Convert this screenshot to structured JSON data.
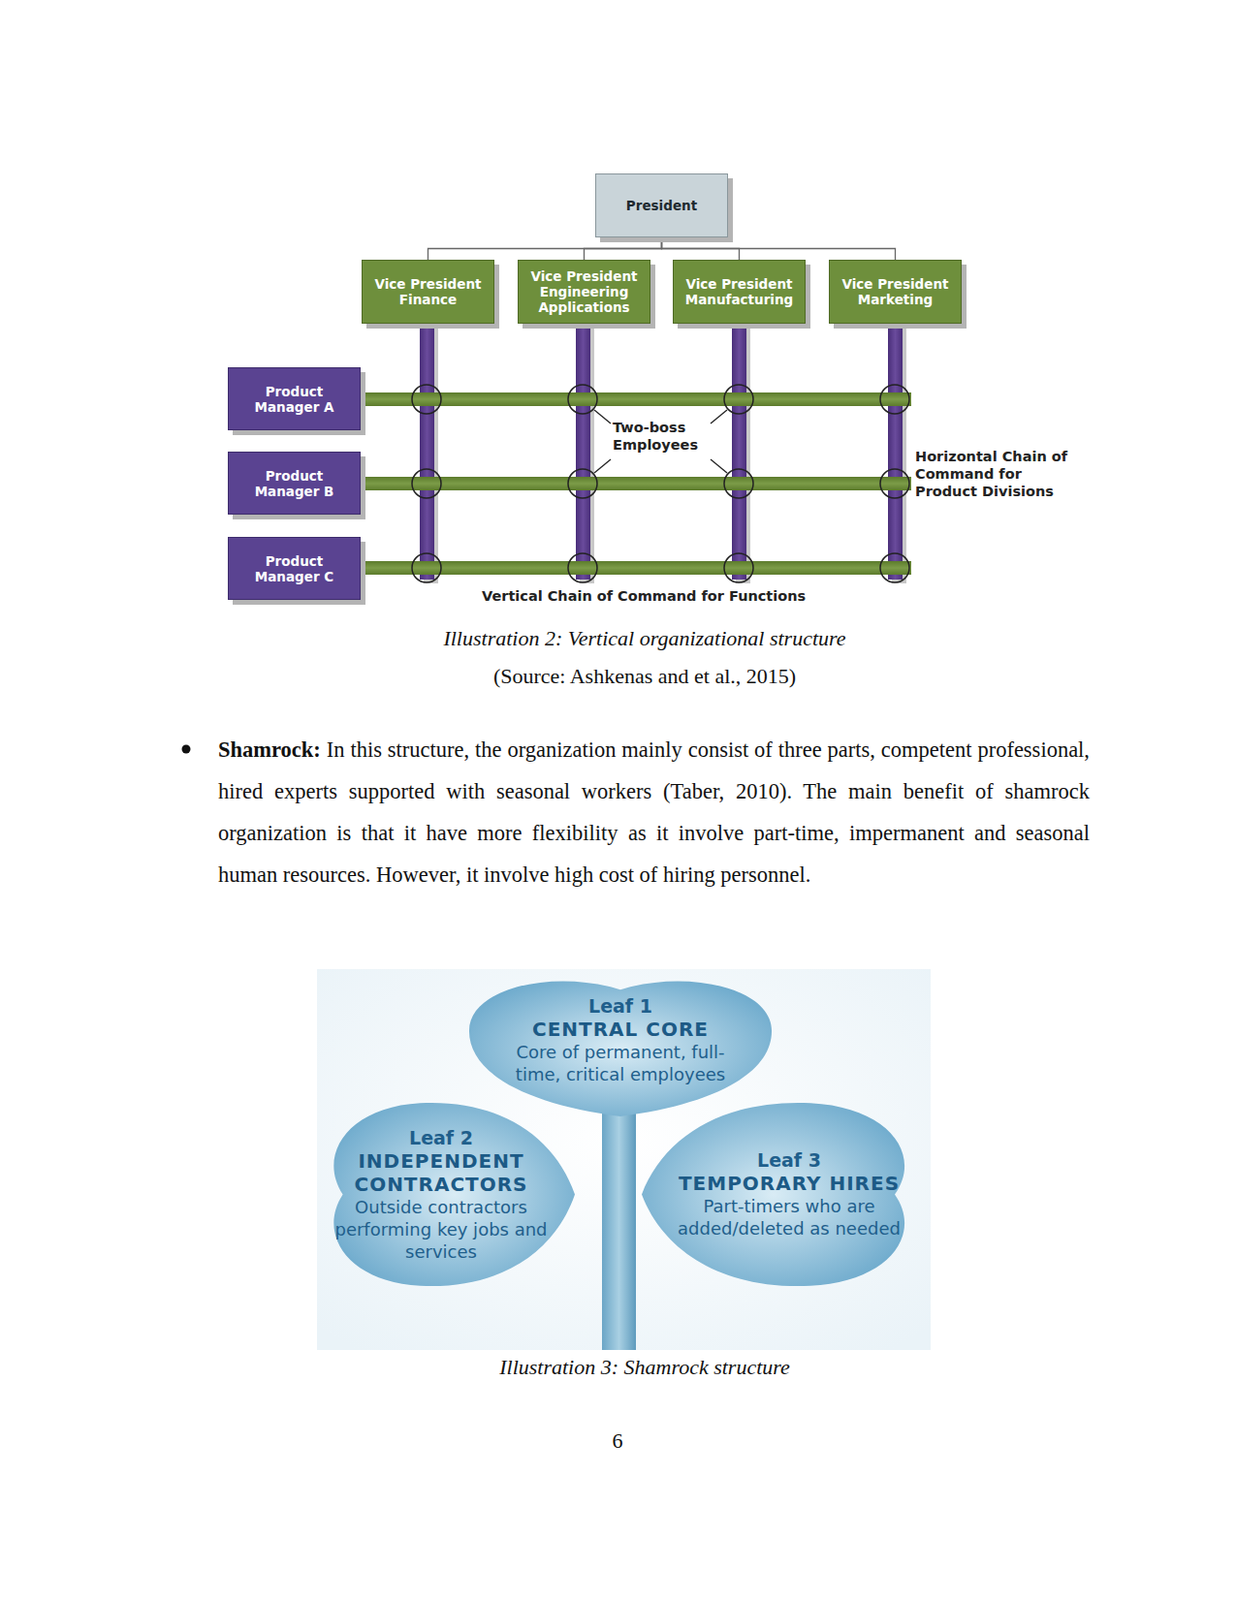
{
  "diagram": {
    "nodes": [
      {
        "text": [
          "President"
        ]
      },
      {
        "text": [
          "Vice President Finance"
        ]
      },
      {
        "text": [
          "Vice President Engineering Applications"
        ]
      },
      {
        "text": [
          "Vice President Manufacturing"
        ]
      },
      {
        "text": [
          "Vice President Marketing"
        ]
      },
      {
        "text": [
          "Product Manager A"
        ]
      },
      {
        "text": [
          "Product Manager B"
        ]
      },
      {
        "text": [
          "Product Manager C"
        ]
      },
      {
        "text": [
          "Leaf 1",
          "CENTRAL CORE",
          "Core of permanent, full-time, critical employees"
        ]
      },
      {
        "text": [
          "Leaf 2",
          "INDEPENDENT CONTRACTORS",
          "Outside contractors performing key jobs and services"
        ]
      },
      {
        "text": [
          "Leaf 3",
          "TEMPORARY HIRES",
          "Part-timers who are added/deleted as needed"
        ]
      }
    ],
    "edges": [
      {
        "from": 0,
        "to": 1,
        "arrow": "none"
      },
      {
        "from": 0,
        "to": 2,
        "arrow": "none"
      },
      {
        "from": 0,
        "to": 3,
        "arrow": "none"
      },
      {
        "from": 0,
        "to": 4,
        "arrow": "none"
      }
    ],
    "labels": [
      "Two-boss Employees",
      "Horizontal Chain of Command for Product Divisions",
      "Vertical Chain of Command for Functions",
      "Illustration 2: Vertical organizational structure",
      "(Source: Ashkenas and et al., 2015)",
      "Shamrock:",
      "In this structure, the organization mainly consist of three parts, competent professional, hired experts supported with seasonal workers (Taber, 2010). The main benefit of shamrock organization is that it have more flexibility as it involve part-time, impermanent and seasonal human resources.  However, it involve high cost of hiring personnel.",
      "Illustration 3: Shamrock structure",
      "6"
    ]
  }
}
